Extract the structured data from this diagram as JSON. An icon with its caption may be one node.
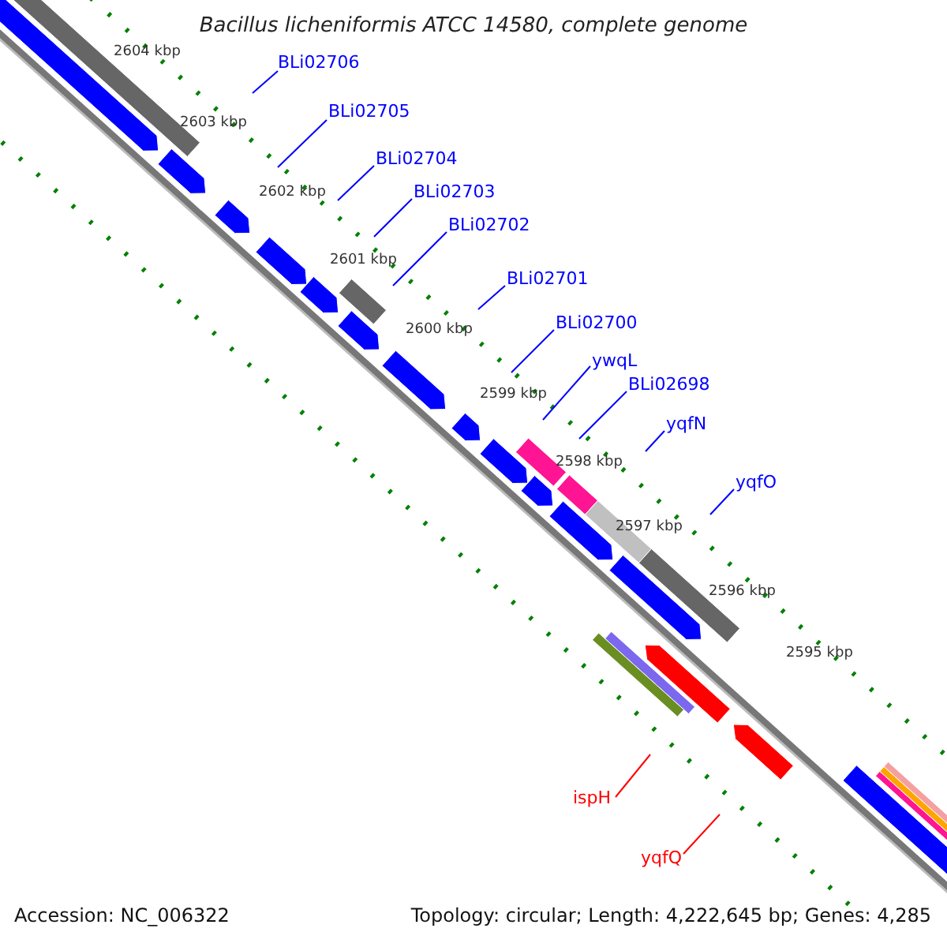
{
  "diagram": {
    "title": "Bacillus licheniformis ATCC 14580, complete genome",
    "nodes": [
      {
        "text": [
          "BLi02706"
        ]
      },
      {
        "text": [
          "BLi02705"
        ]
      },
      {
        "text": [
          "BLi02704"
        ]
      },
      {
        "text": [
          "BLi02703"
        ]
      },
      {
        "text": [
          "BLi02702"
        ]
      },
      {
        "text": [
          "BLi02701"
        ]
      },
      {
        "text": [
          "BLi02700"
        ]
      },
      {
        "text": [
          "ywqL"
        ]
      },
      {
        "text": [
          "BLi02698"
        ]
      },
      {
        "text": [
          "yqfN"
        ]
      },
      {
        "text": [
          "yqfO"
        ]
      },
      {
        "text": [
          "ispH"
        ]
      },
      {
        "text": [
          "yqfQ"
        ]
      }
    ],
    "edges": [
      {
        "from": 0,
        "to": null,
        "arrow": "none"
      },
      {
        "from": 1,
        "to": null,
        "arrow": "none"
      },
      {
        "from": 2,
        "to": null,
        "arrow": "none"
      },
      {
        "from": 3,
        "to": null,
        "arrow": "none"
      },
      {
        "from": 4,
        "to": null,
        "arrow": "none"
      },
      {
        "from": 5,
        "to": null,
        "arrow": "none"
      },
      {
        "from": 6,
        "to": null,
        "arrow": "none"
      },
      {
        "from": 7,
        "to": null,
        "arrow": "none"
      },
      {
        "from": 8,
        "to": null,
        "arrow": "none"
      },
      {
        "from": 9,
        "to": null,
        "arrow": "none"
      },
      {
        "from": 10,
        "to": null,
        "arrow": "none"
      },
      {
        "from": 11,
        "to": null,
        "arrow": "none",
        "color": "#ff0000"
      },
      {
        "from": 12,
        "to": null,
        "arrow": "none",
        "color": "#ff0000"
      }
    ],
    "labels": [
      "2604 kbp",
      "2603 kbp",
      "2602 kbp",
      "2601 kbp",
      "2600 kbp",
      "2599 kbp",
      "2598 kbp",
      "2597 kbp",
      "2596 kbp",
      "2595 kbp",
      "Accession: NC_006322",
      "Topology: circular; Length: 4,222,645 bp; Genes: 4,285"
    ]
  }
}
